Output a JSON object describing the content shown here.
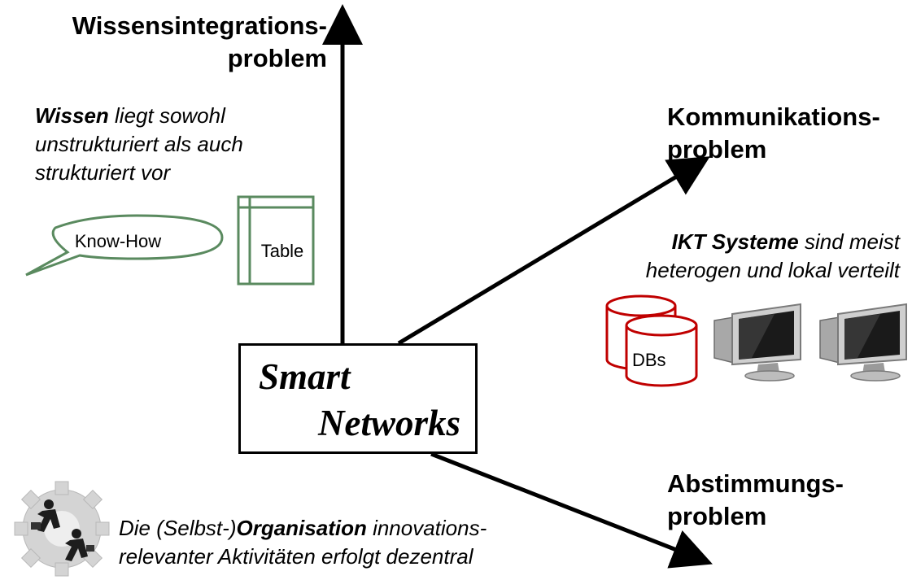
{
  "center": {
    "line1": "Smart",
    "line2": "Networks"
  },
  "top_left": {
    "heading_line1": "Wissensintegrations-",
    "heading_line2": "problem",
    "note_bold": "Wissen",
    "note_rest_line1": " liegt sowohl",
    "note_line2": "unstrukturiert als auch",
    "note_line3": "strukturiert vor",
    "bubble_label": "Know-How",
    "table_label": "Table"
  },
  "right": {
    "heading_line1": "Kommunikations-",
    "heading_line2": "problem",
    "note_bold": "IKT Systeme",
    "note_rest_line1": " sind meist",
    "note_line2": "heterogen und lokal verteilt",
    "db_label": "DBs"
  },
  "bottom_right": {
    "heading_line1": "Abstimmungs-",
    "heading_line2": "problem"
  },
  "bottom_left": {
    "note_prefix": "Die (Selbst-)",
    "note_bold": "Organisation",
    "note_rest_line1": " innovations-",
    "note_line2": "relevanter Aktivitäten erfolgt dezentral"
  },
  "colors": {
    "green": "#5a8a5f",
    "red": "#c00000",
    "arrow": "#000000"
  },
  "icons": [
    "speech-bubble-icon",
    "table-icon",
    "database-icon",
    "computer-monitor-icon",
    "business-people-gear-icon"
  ]
}
